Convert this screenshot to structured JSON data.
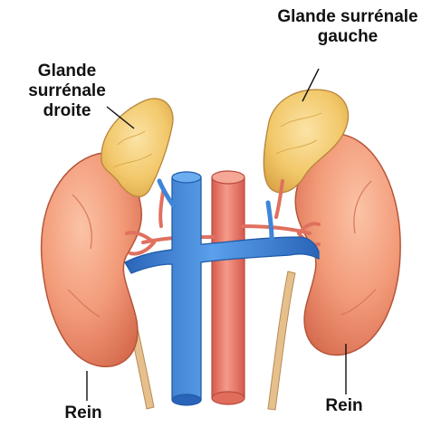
{
  "labels": {
    "left_adrenal": [
      "Glande",
      "surrénale",
      "droite"
    ],
    "right_adrenal": [
      "Glande surrénale",
      "gauche"
    ],
    "left_kidney": "Rein",
    "right_kidney": "Rein"
  },
  "colors": {
    "kidney": "#f29a78",
    "kidney_edge": "#c65a3e",
    "adrenal": "#f5cf7a",
    "vein": "#3f86d8",
    "artery": "#ee7c6c",
    "ureter": "#e8c79a"
  }
}
